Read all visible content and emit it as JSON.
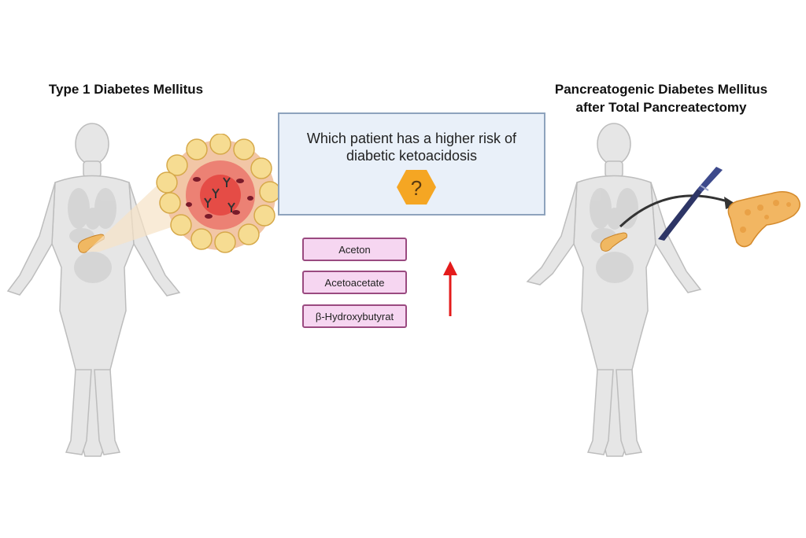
{
  "left_panel": {
    "title": "Type 1 Diabetes Mellitus"
  },
  "right_panel": {
    "title": "Pancreatogenic Diabetes Mellitus\nafter Total Pancreatectomy"
  },
  "question": {
    "text": "Which patient has a higher risk of\ndiabetic ketoacidosis",
    "symbol": "?"
  },
  "ketone_bodies": [
    "Aceton",
    "Acetoacetate",
    "β-Hydroxybutyrat"
  ],
  "colors": {
    "hex_fill": "#f5a623",
    "increase_arrow": "#e41b1b",
    "ketone_fill": "#f6d6f1",
    "ketone_border": "#9a4a80",
    "box_fill": "#e9f0f9",
    "box_border": "#8ea3bd"
  },
  "icons": [
    "human-body-icon",
    "pancreas-icon",
    "islet-inflammation-icon",
    "scalpel-icon",
    "question-hexagon-icon",
    "up-arrow-icon"
  ]
}
